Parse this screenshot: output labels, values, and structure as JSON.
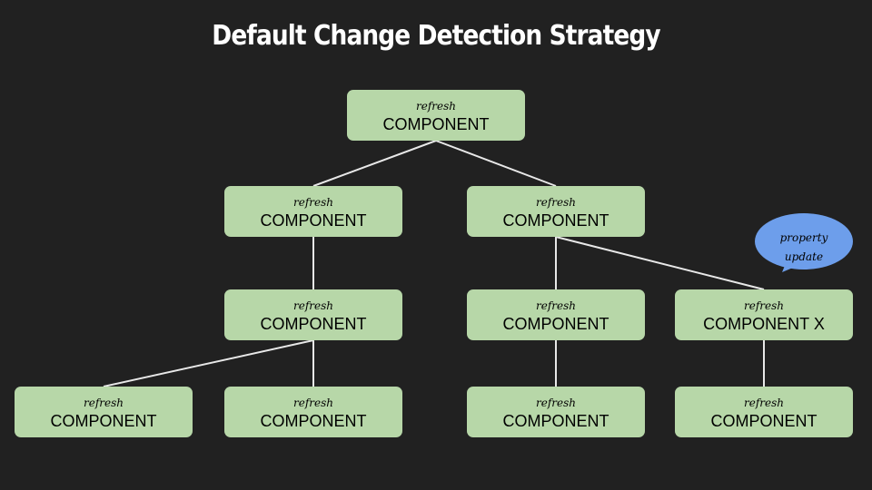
{
  "title": "Default Change Detection Strategy",
  "colors": {
    "background": "#212121",
    "node_fill": "#b7d7a8",
    "edge": "#e8e8e8",
    "bubble_fill": "#6d9eeb",
    "title": "#ffffff"
  },
  "nodes": [
    {
      "id": "root",
      "tag": "refresh",
      "label": "COMPONENT"
    },
    {
      "id": "l1-left",
      "tag": "refresh",
      "label": "COMPONENT"
    },
    {
      "id": "l1-right",
      "tag": "refresh",
      "label": "COMPONENT"
    },
    {
      "id": "l2-left",
      "tag": "refresh",
      "label": "COMPONENT"
    },
    {
      "id": "l2-mid",
      "tag": "refresh",
      "label": "COMPONENT"
    },
    {
      "id": "l2-x",
      "tag": "refresh",
      "label": "COMPONENT X"
    },
    {
      "id": "l3-1",
      "tag": "refresh",
      "label": "COMPONENT"
    },
    {
      "id": "l3-2",
      "tag": "refresh",
      "label": "COMPONENT"
    },
    {
      "id": "l3-3",
      "tag": "refresh",
      "label": "COMPONENT"
    },
    {
      "id": "l3-4",
      "tag": "refresh",
      "label": "COMPONENT"
    }
  ],
  "edges": [
    [
      "root",
      "l1-left"
    ],
    [
      "root",
      "l1-right"
    ],
    [
      "l1-left",
      "l2-left"
    ],
    [
      "l1-right",
      "l2-mid"
    ],
    [
      "l1-right",
      "l2-x"
    ],
    [
      "l2-left",
      "l3-1"
    ],
    [
      "l2-left",
      "l3-2"
    ],
    [
      "l2-mid",
      "l3-3"
    ],
    [
      "l2-x",
      "l3-4"
    ]
  ],
  "callout": {
    "text": "property\nupdate",
    "target": "l2-x"
  }
}
